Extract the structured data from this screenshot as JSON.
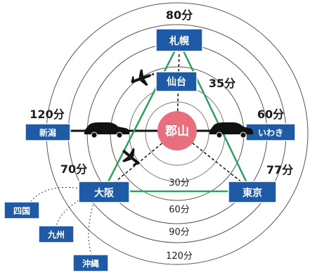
{
  "hub": {
    "label": "郡山",
    "color": "#e8707e"
  },
  "colors": {
    "box": "#1f5aa6",
    "triangle": "#2aa35f",
    "ring": "#555555"
  },
  "rings": [
    {
      "label": "30分"
    },
    {
      "label": "60分"
    },
    {
      "label": "90分"
    },
    {
      "label": "120分"
    }
  ],
  "destinations": {
    "sapporo": {
      "label": "札幌",
      "time": "80分",
      "mode": "plane-icon"
    },
    "sendai": {
      "label": "仙台",
      "time": "35分"
    },
    "niigata": {
      "label": "新潟",
      "time": "120分",
      "mode": "car-icon"
    },
    "iwaki": {
      "label": "いわき",
      "time": "60分",
      "mode": "car-icon"
    },
    "osaka": {
      "label": "大阪",
      "time": "70分",
      "mode": "plane-icon"
    },
    "tokyo": {
      "label": "東京",
      "time": "77分"
    }
  },
  "extras": [
    {
      "label": "四国"
    },
    {
      "label": "九州"
    },
    {
      "label": "沖縄"
    }
  ]
}
